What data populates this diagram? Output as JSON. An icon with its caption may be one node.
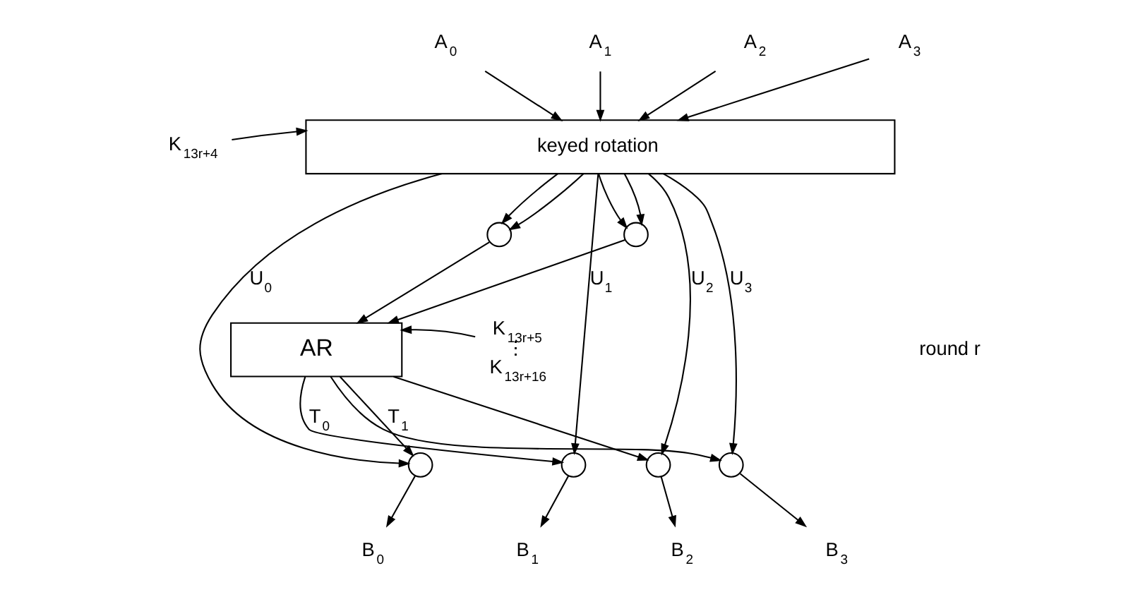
{
  "diagram": {
    "nodes": [
      {
        "text": [
          "A$_{0}$"
        ]
      },
      {
        "text": [
          "A$_{1}$"
        ]
      },
      {
        "text": [
          "A$_{2}$"
        ]
      },
      {
        "text": [
          "A$_{3}$"
        ]
      },
      {
        "text": [
          "K$_{13r+4}$"
        ]
      },
      {
        "text": [
          "keyed rotation"
        ]
      },
      {
        "text": [],
        "shape": "circle"
      },
      {
        "text": [],
        "shape": "circle"
      },
      {
        "text": [
          "AR"
        ]
      },
      {
        "text": [
          "K$_{13r+5}$",
          "⋮",
          "K$_{13r+16}$"
        ]
      },
      {
        "text": [],
        "shape": "circle"
      },
      {
        "text": [],
        "shape": "circle"
      },
      {
        "text": [],
        "shape": "circle"
      },
      {
        "text": [],
        "shape": "circle"
      },
      {
        "text": [
          "B$_{0}$"
        ]
      },
      {
        "text": [
          "B$_{1}$"
        ]
      },
      {
        "text": [
          "B$_{2}$"
        ]
      },
      {
        "text": [
          "B$_{3}$"
        ]
      }
    ],
    "edges": [
      {
        "from": 0,
        "to": 5,
        "arrow": "to"
      },
      {
        "from": 1,
        "to": 5,
        "arrow": "to"
      },
      {
        "from": 2,
        "to": 5,
        "arrow": "to"
      },
      {
        "from": 3,
        "to": 5,
        "arrow": "to"
      },
      {
        "from": 4,
        "to": 5,
        "arrow": "to"
      },
      {
        "from": 5,
        "to": 10,
        "arrow": "to",
        "label": "U$_{0}$"
      },
      {
        "from": 5,
        "to": 6,
        "arrow": "to"
      },
      {
        "from": 5,
        "to": 11,
        "arrow": "to",
        "label": "U$_{1}$"
      },
      {
        "from": 5,
        "to": 7,
        "arrow": "to"
      },
      {
        "from": 5,
        "to": 12,
        "arrow": "to",
        "label": "U$_{2}$"
      },
      {
        "from": 5,
        "to": 6,
        "arrow": "to"
      },
      {
        "from": 5,
        "to": 13,
        "arrow": "to",
        "label": "U$_{3}$"
      },
      {
        "from": 5,
        "to": 7,
        "arrow": "to"
      },
      {
        "from": 6,
        "to": 8,
        "arrow": "to"
      },
      {
        "from": 7,
        "to": 8,
        "arrow": "to"
      },
      {
        "from": 9,
        "to": 8,
        "arrow": "to"
      },
      {
        "from": 8,
        "to": 11,
        "arrow": "to",
        "label": "T$_{0}$"
      },
      {
        "from": 8,
        "to": 13,
        "arrow": "to"
      },
      {
        "from": 8,
        "to": 10,
        "arrow": "to",
        "label": "T$_{1}$"
      },
      {
        "from": 8,
        "to": 12,
        "arrow": "to"
      },
      {
        "from": 10,
        "to": 14,
        "arrow": "to"
      },
      {
        "from": 11,
        "to": 15,
        "arrow": "to"
      },
      {
        "from": 12,
        "to": 16,
        "arrow": "to"
      },
      {
        "from": 13,
        "to": 17,
        "arrow": "to"
      }
    ],
    "labels": [
      "round r"
    ]
  }
}
